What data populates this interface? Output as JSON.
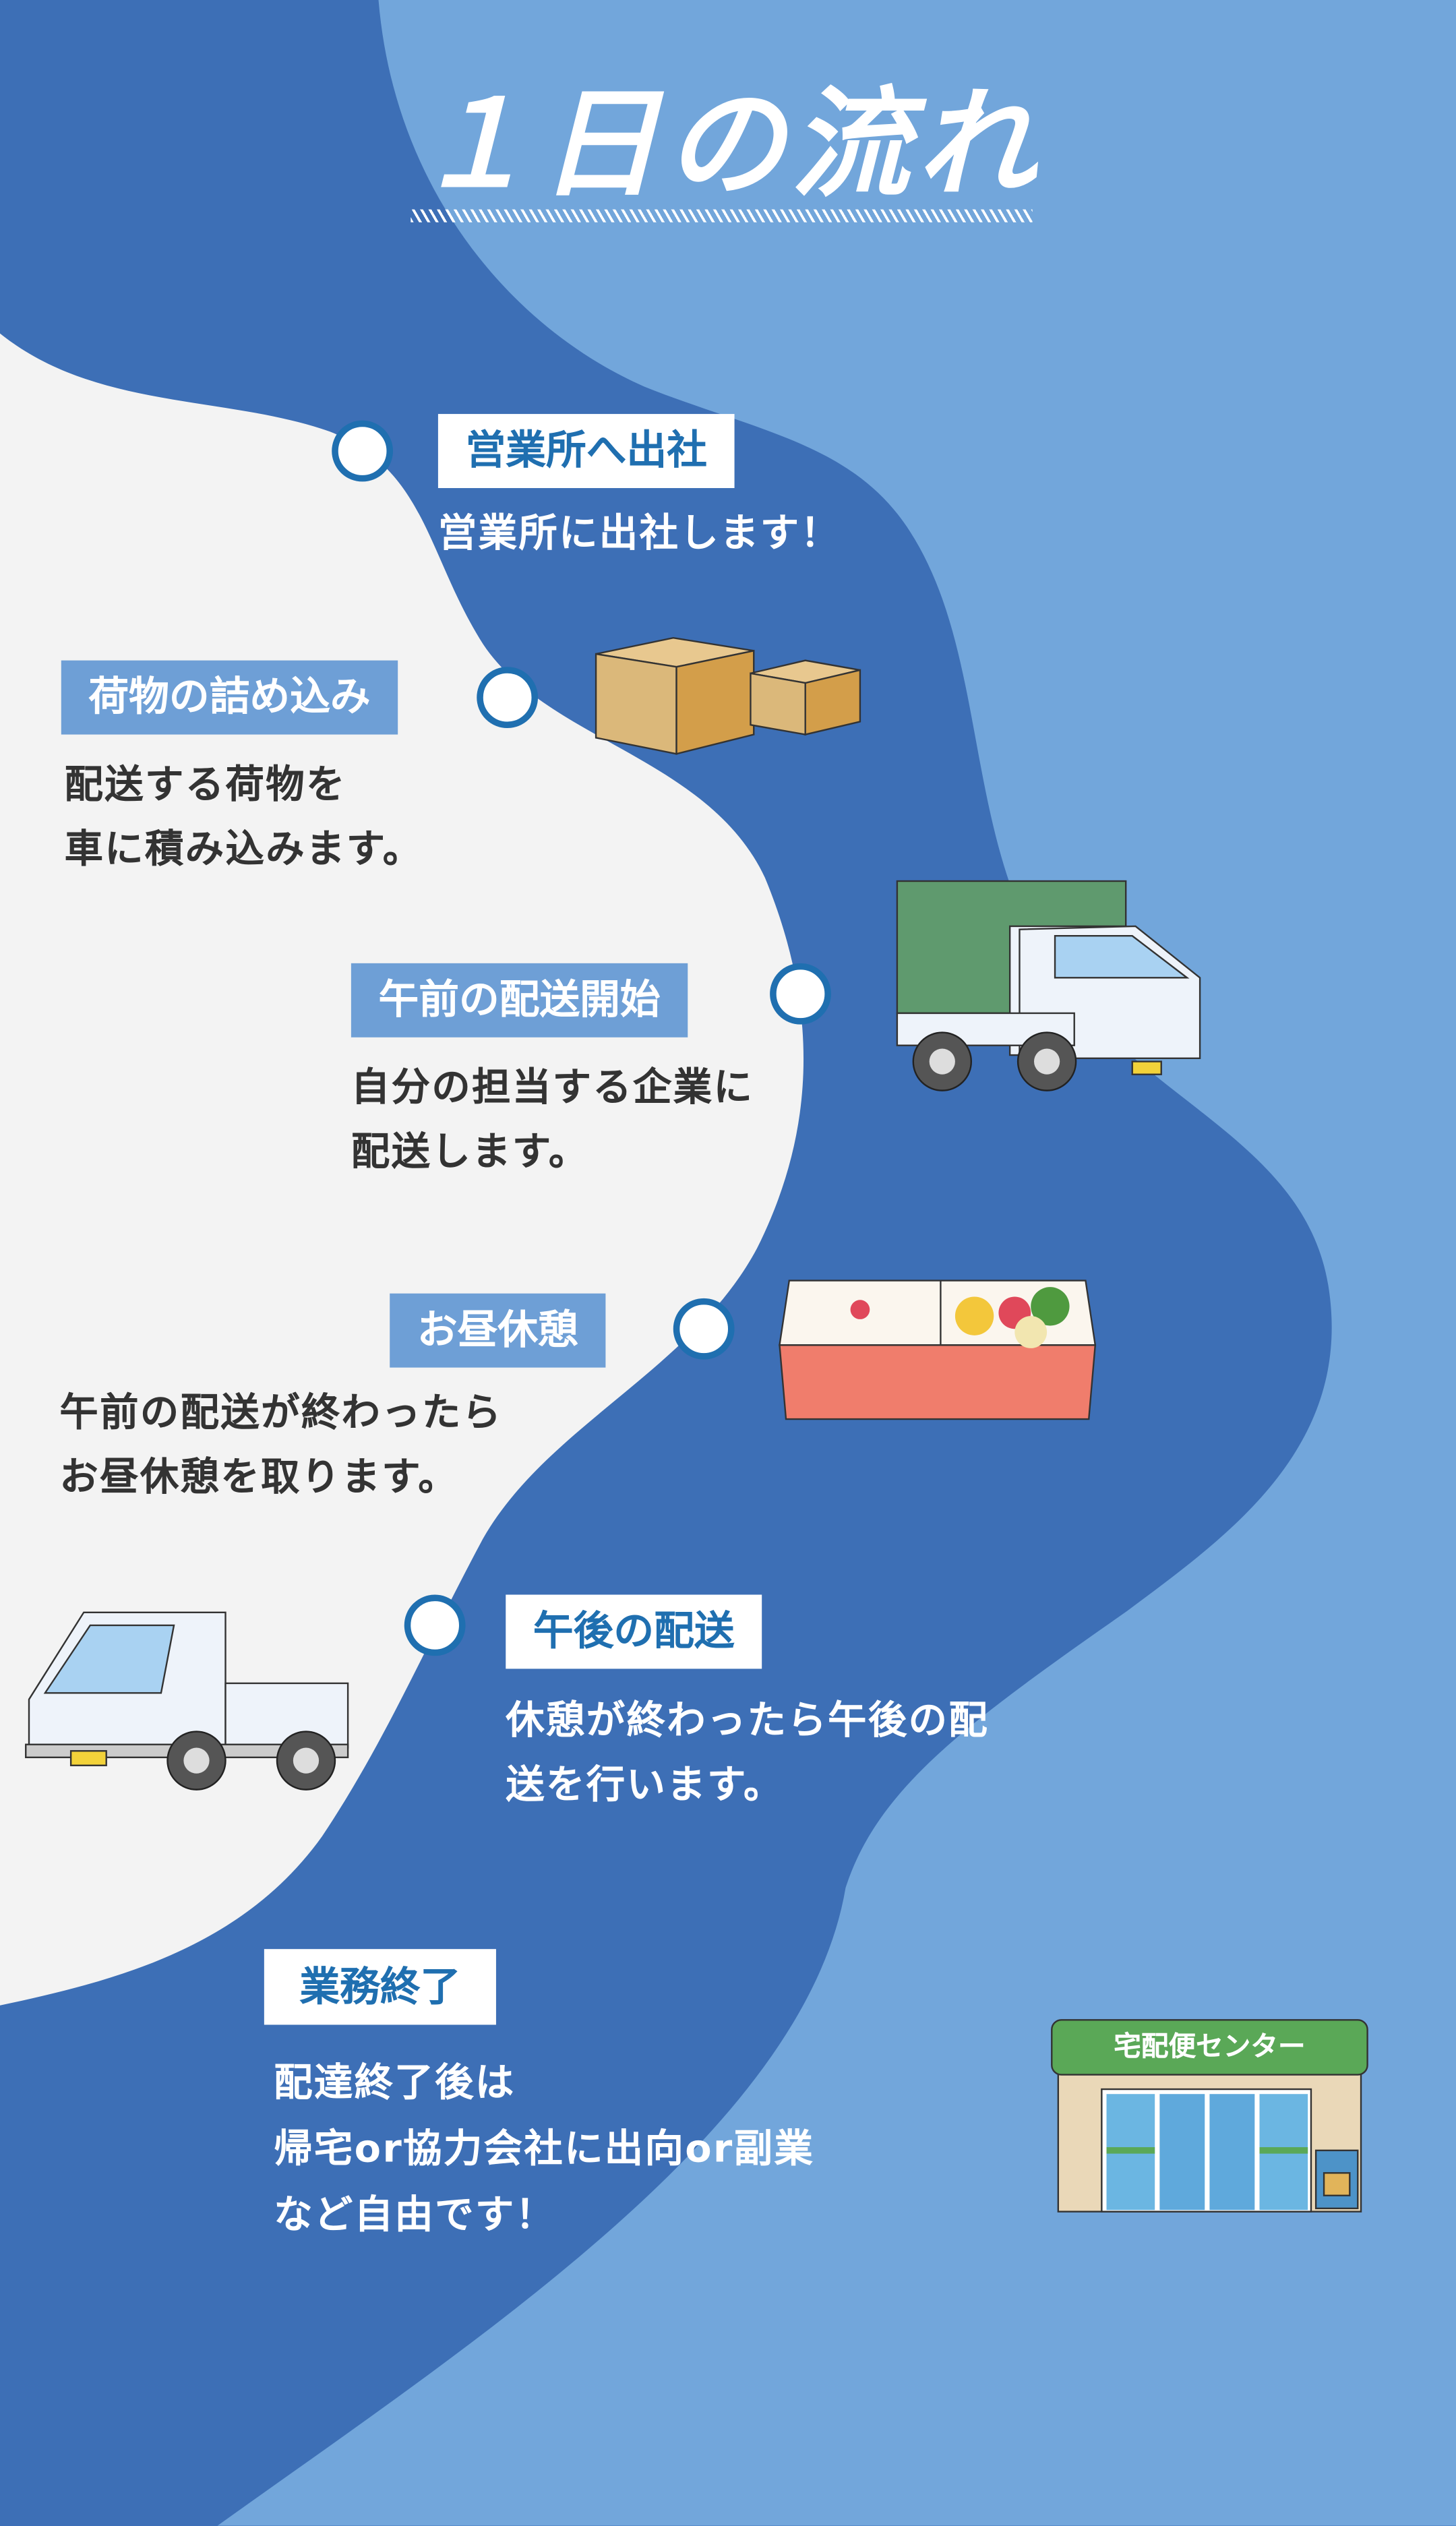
{
  "title": "１日の流れ",
  "colors": {
    "dark_blue": "#3d6fb6",
    "light_blue": "#72a6db",
    "paper": "#f3f3f3",
    "label_blue": "#1f6fb0"
  },
  "steps": [
    {
      "label": "営業所へ出社",
      "lines": [
        "営業所に出社します！"
      ]
    },
    {
      "label": "荷物の詰め込み",
      "lines": [
        "配送する荷物を",
        "車に積み込みます。"
      ]
    },
    {
      "label": "午前の配送開始",
      "lines": [
        "自分の担当する企業に",
        "配送します。"
      ]
    },
    {
      "label": "お昼休憩",
      "lines": [
        "午前の配送が終わったら",
        "お昼休憩を取ります。"
      ]
    },
    {
      "label": "午後の配送",
      "lines": [
        "休憩が終わったら午後の配",
        "送を行います。"
      ]
    },
    {
      "label": "業務終了",
      "lines": [
        "配達終了後は",
        "帰宅or協力会社に出向or副業",
        "など自由です！"
      ]
    }
  ],
  "store_sign": "宅配便センター"
}
